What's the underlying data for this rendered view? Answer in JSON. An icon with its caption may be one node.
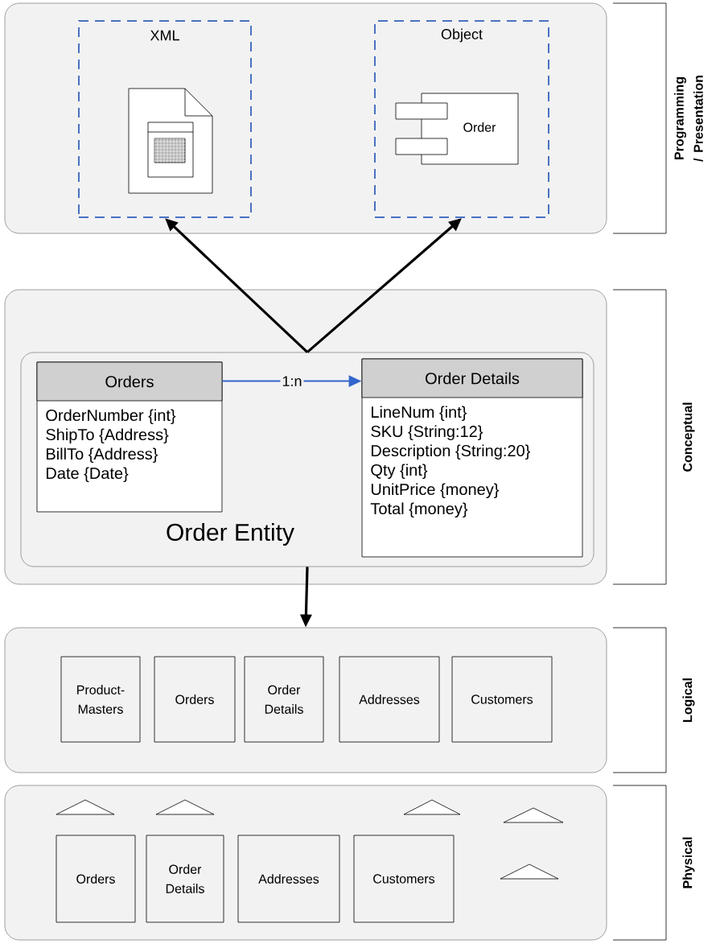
{
  "diagram": {
    "nodes": [
      {
        "text": [],
        "shape": "box"
      },
      {
        "text": [
          "XML"
        ],
        "in": 0
      },
      {
        "text": [
          "Object"
        ],
        "in": 0
      },
      {
        "text": [
          "Order"
        ],
        "in": 2
      },
      {
        "text": [],
        "shape": "box"
      },
      {
        "text": [
          "Order Entity"
        ],
        "in": 4
      },
      {
        "text": [
          "Orders",
          "OrderNumber {int}",
          "ShipTo {Address}",
          "BillTo {Address}",
          "Date {Date}"
        ],
        "in": 5
      },
      {
        "text": [
          "Order Details",
          "LineNum {int}",
          "SKU {String:12}",
          "Description {String:20}",
          "Qty {int}",
          "UnitPrice {money}",
          "Total {money}"
        ],
        "in": 5
      },
      {
        "text": [],
        "shape": "box"
      },
      {
        "text": [
          "Product-Masters"
        ],
        "in": 8
      },
      {
        "text": [
          "Orders"
        ],
        "in": 8
      },
      {
        "text": [
          "Order Details"
        ],
        "in": 8
      },
      {
        "text": [
          "Addresses"
        ],
        "in": 8
      },
      {
        "text": [
          "Customers"
        ],
        "in": 8
      },
      {
        "text": [],
        "shape": "box"
      },
      {
        "text": [
          "Orders"
        ],
        "in": 14
      },
      {
        "text": [
          "Order Details"
        ],
        "in": 14
      },
      {
        "text": [
          "Addresses"
        ],
        "in": 14
      },
      {
        "text": [
          "Customers"
        ],
        "in": 14
      }
    ],
    "edges": [
      {
        "from": 5,
        "to": 1,
        "arrow": "to"
      },
      {
        "from": 5,
        "to": 2,
        "arrow": "to"
      },
      {
        "from": 6,
        "to": 7,
        "arrow": "to",
        "label": "1:n",
        "color": "#3366cc"
      },
      {
        "from": 5,
        "to": 8,
        "arrow": "to"
      }
    ],
    "labels": [
      "Programming / Presentation",
      "Conceptual",
      "Logical",
      "Physical"
    ]
  }
}
